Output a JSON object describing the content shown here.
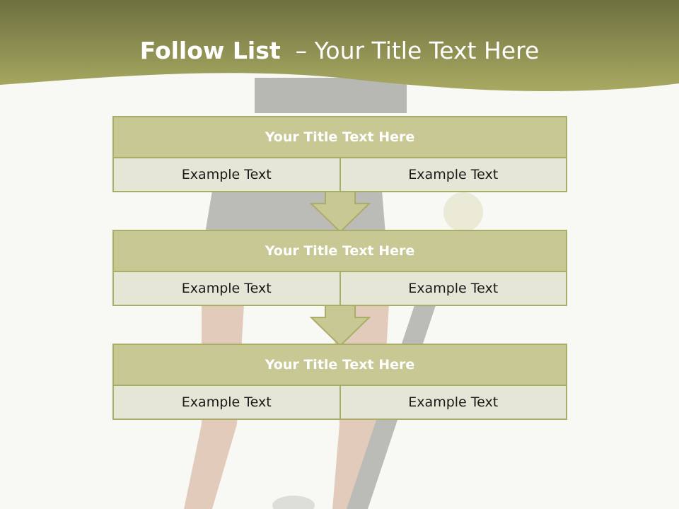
{
  "slide": {
    "title_bold": "Follow List",
    "title_rest": "  – Your Title Text Here"
  },
  "blocks": [
    {
      "title": "Your Title Text Here",
      "left": "Example Text",
      "right": "Example Text"
    },
    {
      "title": "Your Title Text Here",
      "left": "Example Text",
      "right": "Example Text"
    },
    {
      "title": "Your Title Text Here",
      "left": "Example Text",
      "right": "Example Text"
    }
  ],
  "colors": {
    "header_dark": "#6e7040",
    "header_light": "#a8aa62",
    "title_cell": "#c7c894",
    "text_cell": "#e6e6d6",
    "border": "#a9ad68",
    "arrow_fill": "#c7c894"
  },
  "icons": {
    "connector": "down-arrow-icon"
  }
}
